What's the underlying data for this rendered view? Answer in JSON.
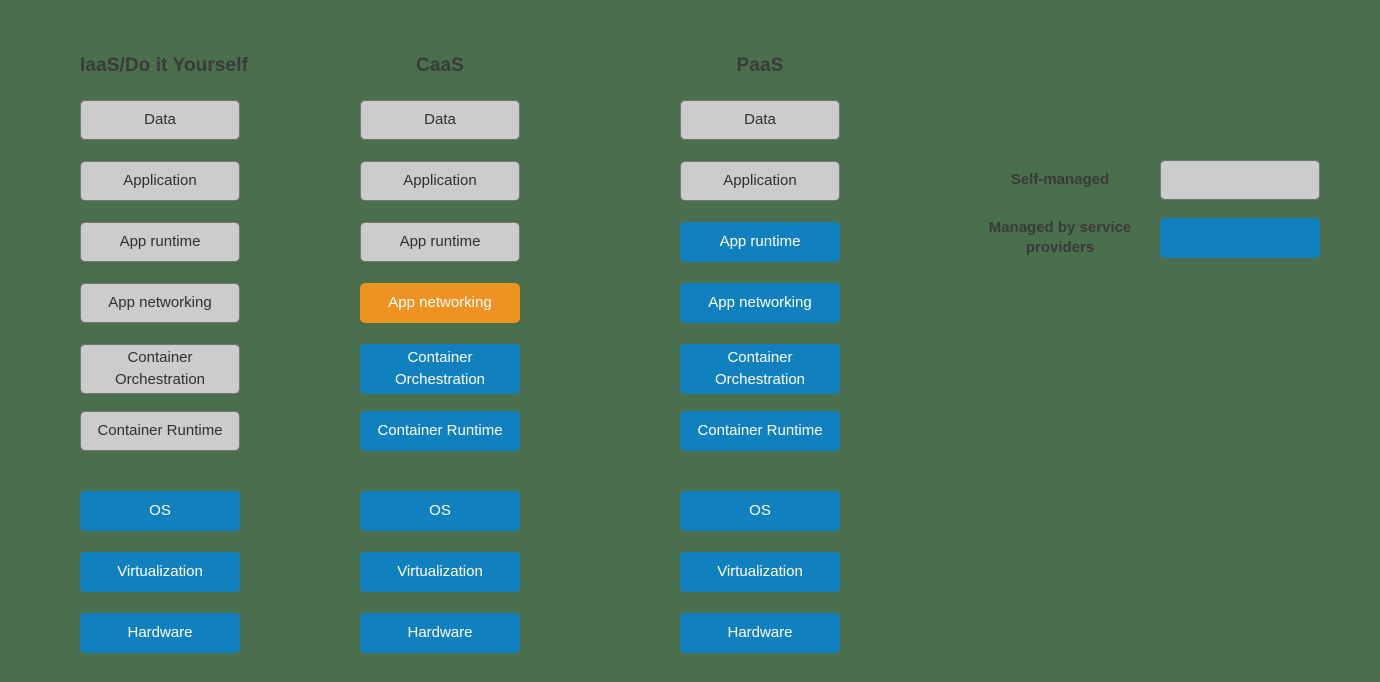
{
  "diagram": {
    "title_color": "#3a3a3a",
    "background_color": "#4a6f4d",
    "self_managed_color": "#cccccc",
    "managed_color": "#1180bf",
    "highlight_color": "#ee9322",
    "columns": [
      {
        "id": "iaas",
        "title": "IaaS/Do it Yourself",
        "layers": [
          {
            "label": "Data",
            "type": "self"
          },
          {
            "label": "Application",
            "type": "self"
          },
          {
            "label": "App runtime",
            "type": "self"
          },
          {
            "label": "App networking",
            "type": "self"
          },
          {
            "label": "Container Orchestration",
            "type": "self",
            "tall": true
          },
          {
            "label": "Container Runtime",
            "type": "self"
          },
          {
            "label": "OS",
            "type": "managed"
          },
          {
            "label": "Virtualization",
            "type": "managed"
          },
          {
            "label": "Hardware",
            "type": "managed"
          }
        ]
      },
      {
        "id": "caas",
        "title": "CaaS",
        "layers": [
          {
            "label": "Data",
            "type": "self"
          },
          {
            "label": "Application",
            "type": "self"
          },
          {
            "label": "App runtime",
            "type": "self"
          },
          {
            "label": "App networking",
            "type": "highlight"
          },
          {
            "label": "Container Orchestration",
            "type": "managed",
            "tall": true
          },
          {
            "label": "Container Runtime",
            "type": "managed"
          },
          {
            "label": "OS",
            "type": "managed"
          },
          {
            "label": "Virtualization",
            "type": "managed"
          },
          {
            "label": "Hardware",
            "type": "managed"
          }
        ]
      },
      {
        "id": "paas",
        "title": "PaaS",
        "layers": [
          {
            "label": "Data",
            "type": "self"
          },
          {
            "label": "Application",
            "type": "self"
          },
          {
            "label": "App runtime",
            "type": "managed"
          },
          {
            "label": "App networking",
            "type": "managed"
          },
          {
            "label": "Container Orchestration",
            "type": "managed",
            "tall": true
          },
          {
            "label": "Container Runtime",
            "type": "managed"
          },
          {
            "label": "OS",
            "type": "managed"
          },
          {
            "label": "Virtualization",
            "type": "managed"
          },
          {
            "label": "Hardware",
            "type": "managed"
          }
        ]
      }
    ],
    "legend": [
      {
        "label": "Self-managed",
        "type": "self"
      },
      {
        "label": "Managed by service providers",
        "type": "managed"
      }
    ]
  }
}
